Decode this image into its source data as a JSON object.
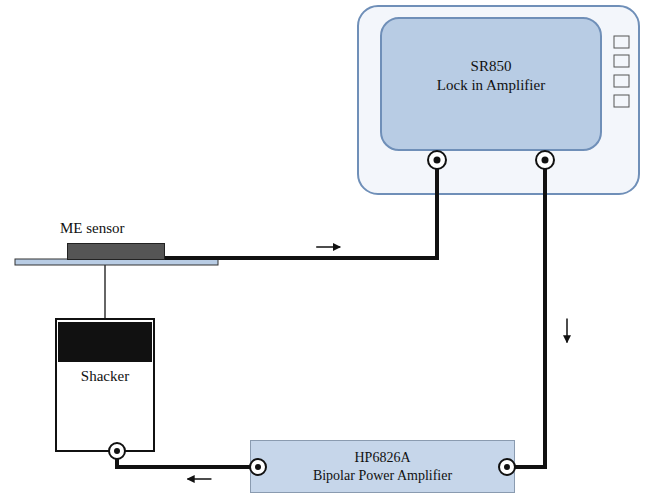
{
  "diagram": {
    "nodes": [
      {
        "text": [
          "SR850",
          "Lock in Amplifier"
        ]
      },
      {
        "text": [
          "ME sensor"
        ]
      },
      {
        "text": [
          "Shacker"
        ]
      },
      {
        "text": [
          "HP6826A",
          "Bipolar Power Amplifier"
        ]
      }
    ],
    "edges": [
      {
        "from": 1,
        "to": 0,
        "arrow": "to"
      },
      {
        "from": 0,
        "to": 3,
        "arrow": "to"
      },
      {
        "from": 3,
        "to": 2,
        "arrow": "to"
      }
    ]
  }
}
